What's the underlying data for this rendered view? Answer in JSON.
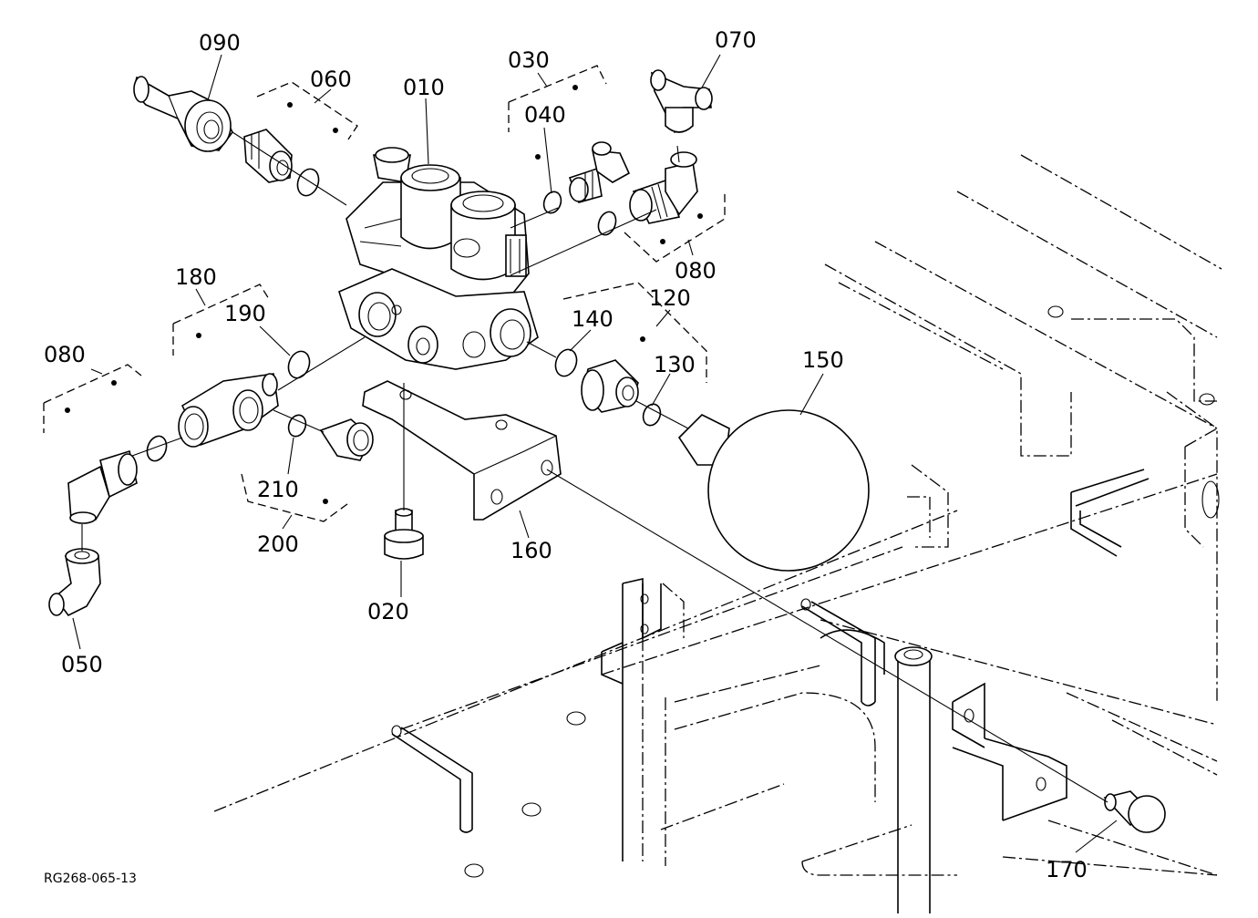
{
  "diagram": {
    "drawing_code": "RG268-065-13",
    "callouts": [
      "090",
      "060",
      "010",
      "030",
      "040",
      "070",
      "080",
      "180",
      "190",
      "140",
      "120",
      "130",
      "150",
      "080",
      "210",
      "200",
      "020",
      "160",
      "050",
      "170"
    ]
  }
}
